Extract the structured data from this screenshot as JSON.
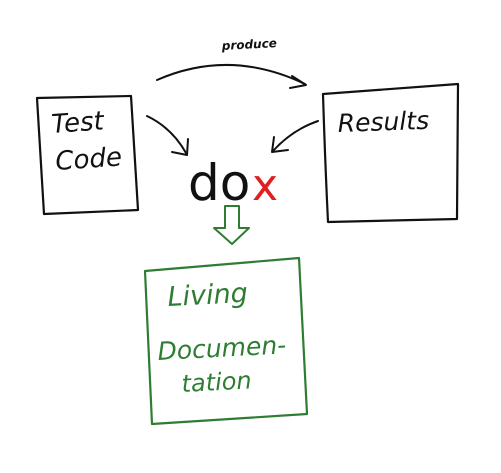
{
  "diagram": {
    "edge_label": "produce",
    "test_code": {
      "line1": "Test",
      "line2": "Code"
    },
    "results": {
      "label": "Results"
    },
    "tool": {
      "name_main": "do",
      "name_accent": "x"
    },
    "output": {
      "line1": "Living",
      "line2": "Documen-",
      "line3": "tation"
    }
  },
  "colors": {
    "ink": "#111111",
    "accent": "#e02020",
    "output": "#2e7d32"
  }
}
